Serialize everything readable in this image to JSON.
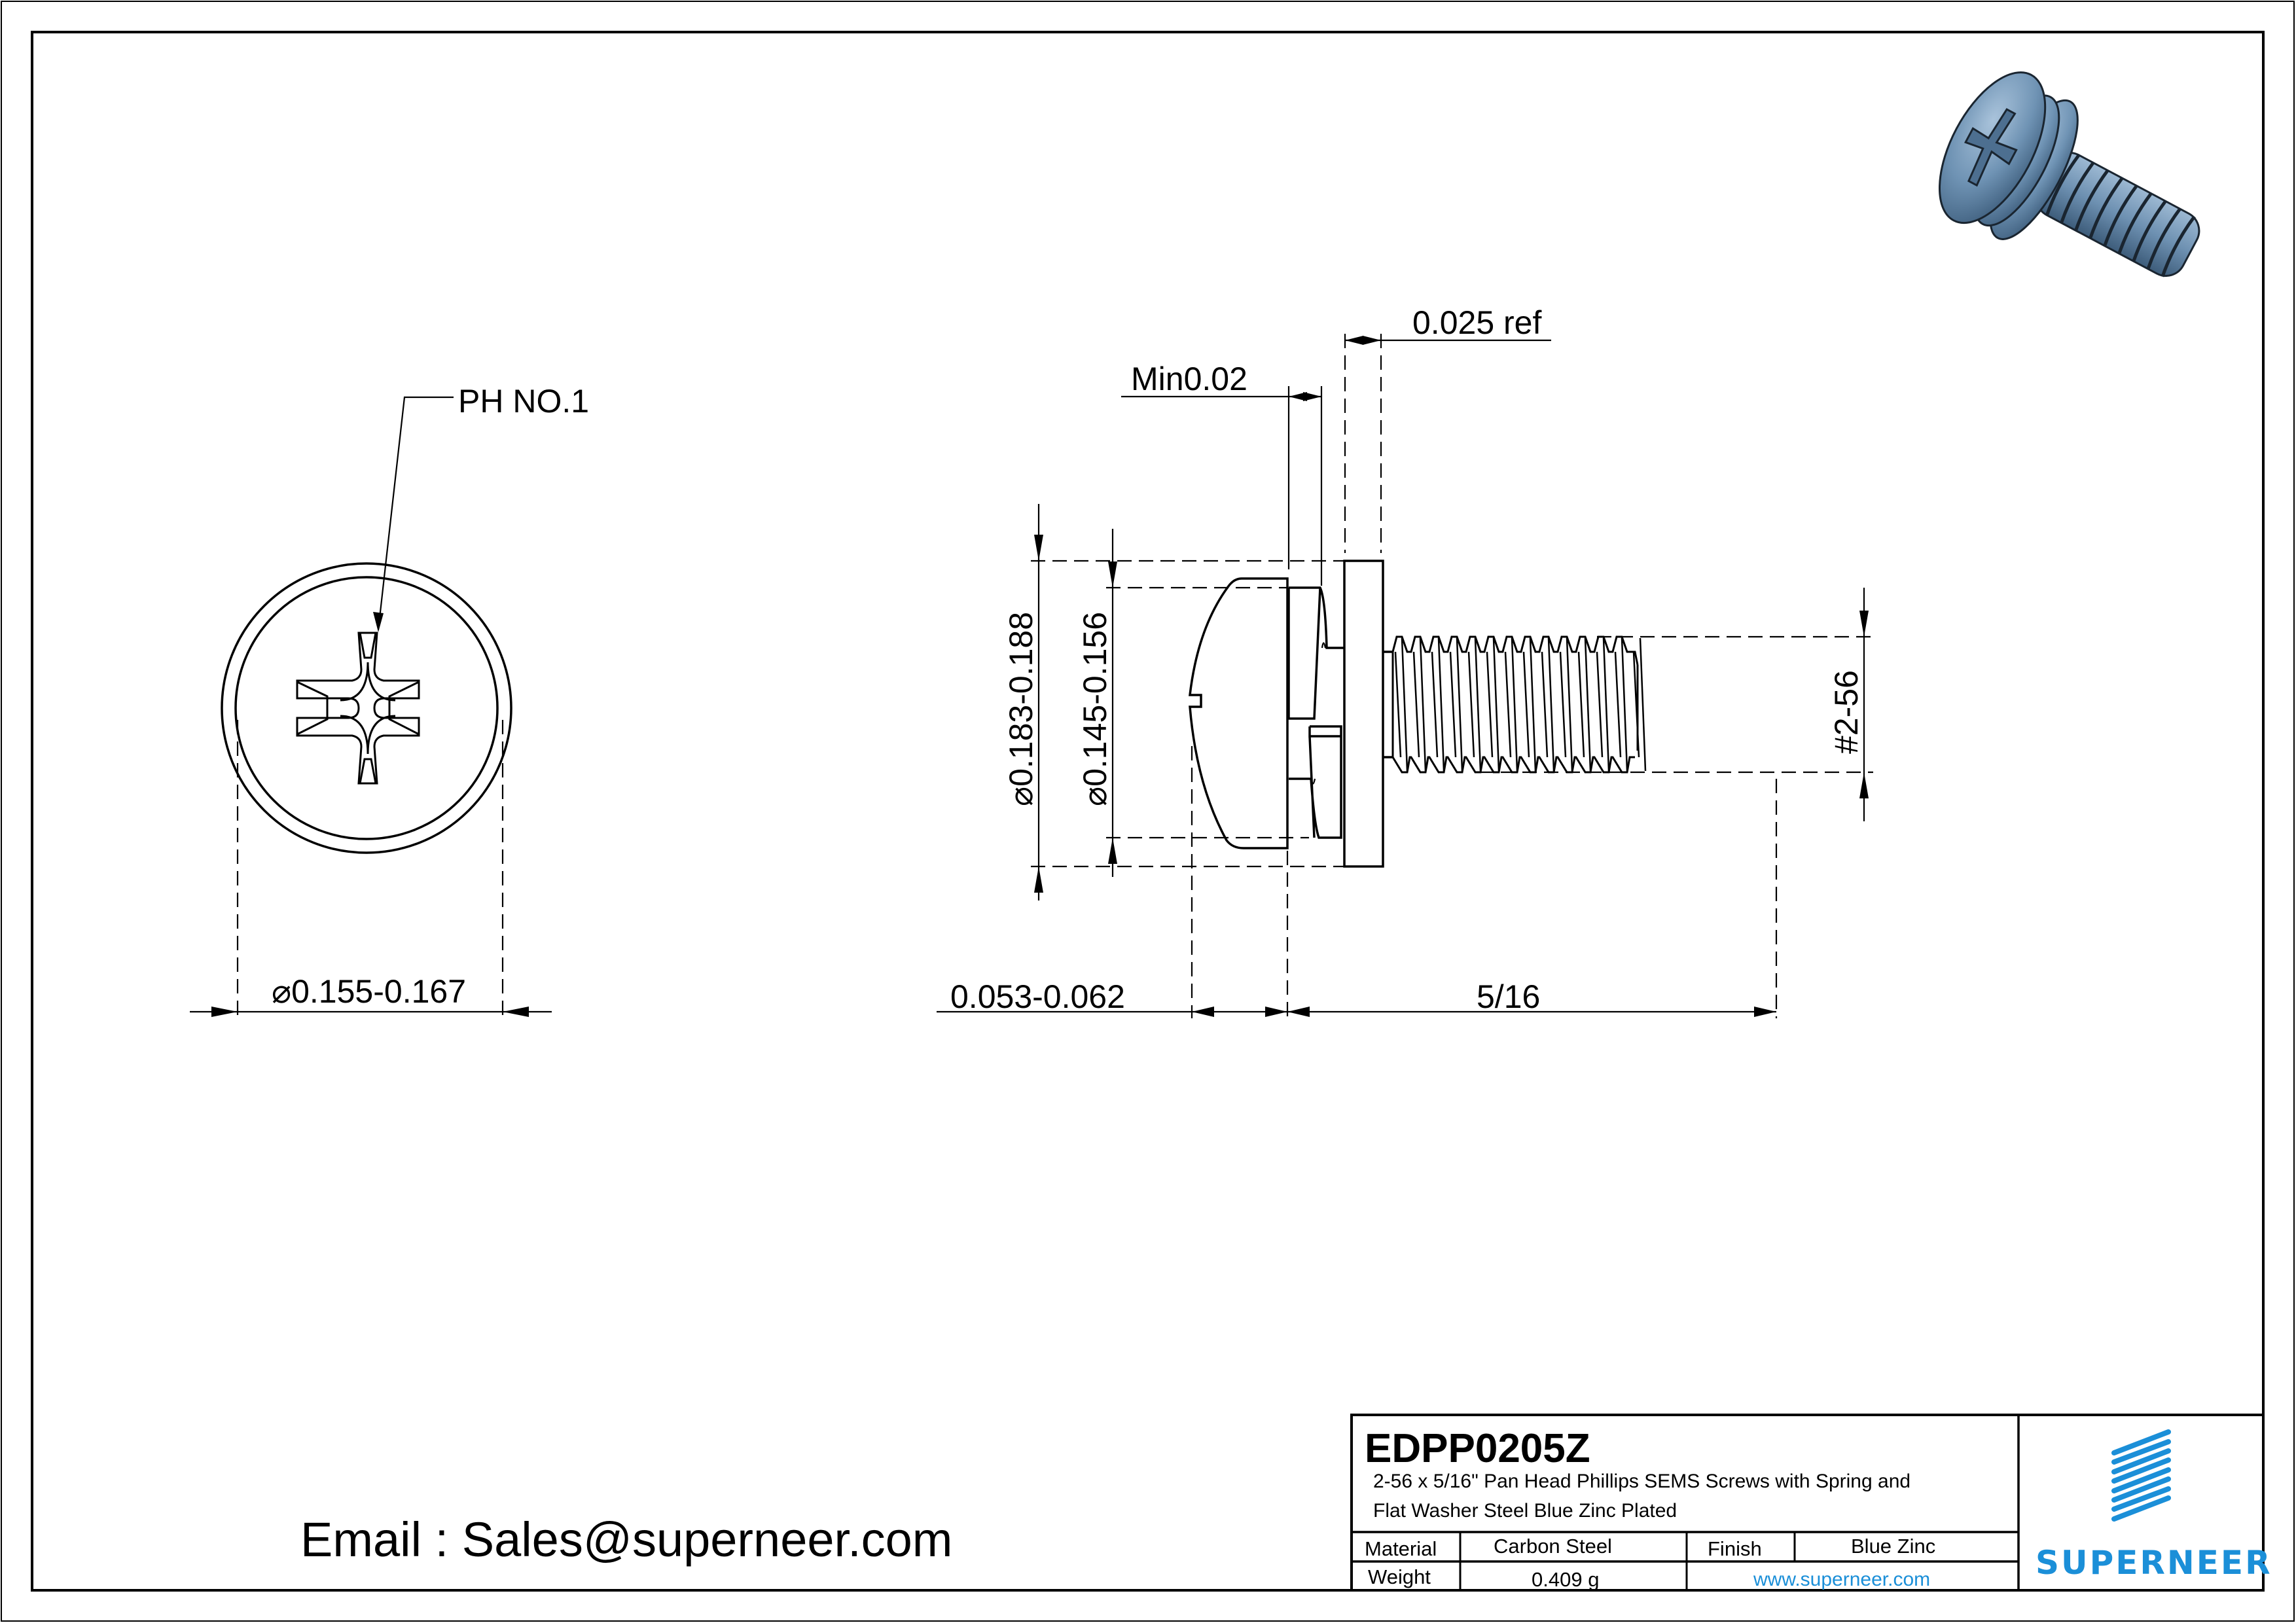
{
  "drawing": {
    "type": "engineering-drawing",
    "subject": "Pan head Phillips SEMS screw with spring and flat washer"
  },
  "head_view": {
    "recess_callout": "PH NO.1",
    "diameter_symbol": "⌀",
    "head_diameter": "0.155-0.167"
  },
  "side_view": {
    "washer_thickness": "0.025 ref",
    "spring_washer_min": "Min0.02",
    "washer_od": "⌀0.183-0.188",
    "spring_washer_od": "⌀0.145-0.156",
    "thread_size": "#2-56",
    "head_height": "0.053-0.062",
    "length": "5/16"
  },
  "contact": {
    "email_line": "Email : Sales@superneer.com"
  },
  "title_block": {
    "part_number": "EDPP0205Z",
    "description_line1": "2-56 x 5/16\" Pan Head Phillips SEMS Screws with Spring and",
    "description_line2": "Flat Washer Steel Blue Zinc Plated",
    "material_label": "Material",
    "material_value": "Carbon Steel",
    "finish_label": "Finish",
    "finish_value": "Blue Zinc",
    "weight_label": "Weight",
    "weight_value": "0.409 g",
    "website": "www.superneer.com",
    "brand_name": "SUPERNEER"
  },
  "colors": {
    "brand_blue": "#1b8fd8",
    "render_steel_blue": "#6f93b4",
    "line": "#000000",
    "background": "#ffffff"
  }
}
